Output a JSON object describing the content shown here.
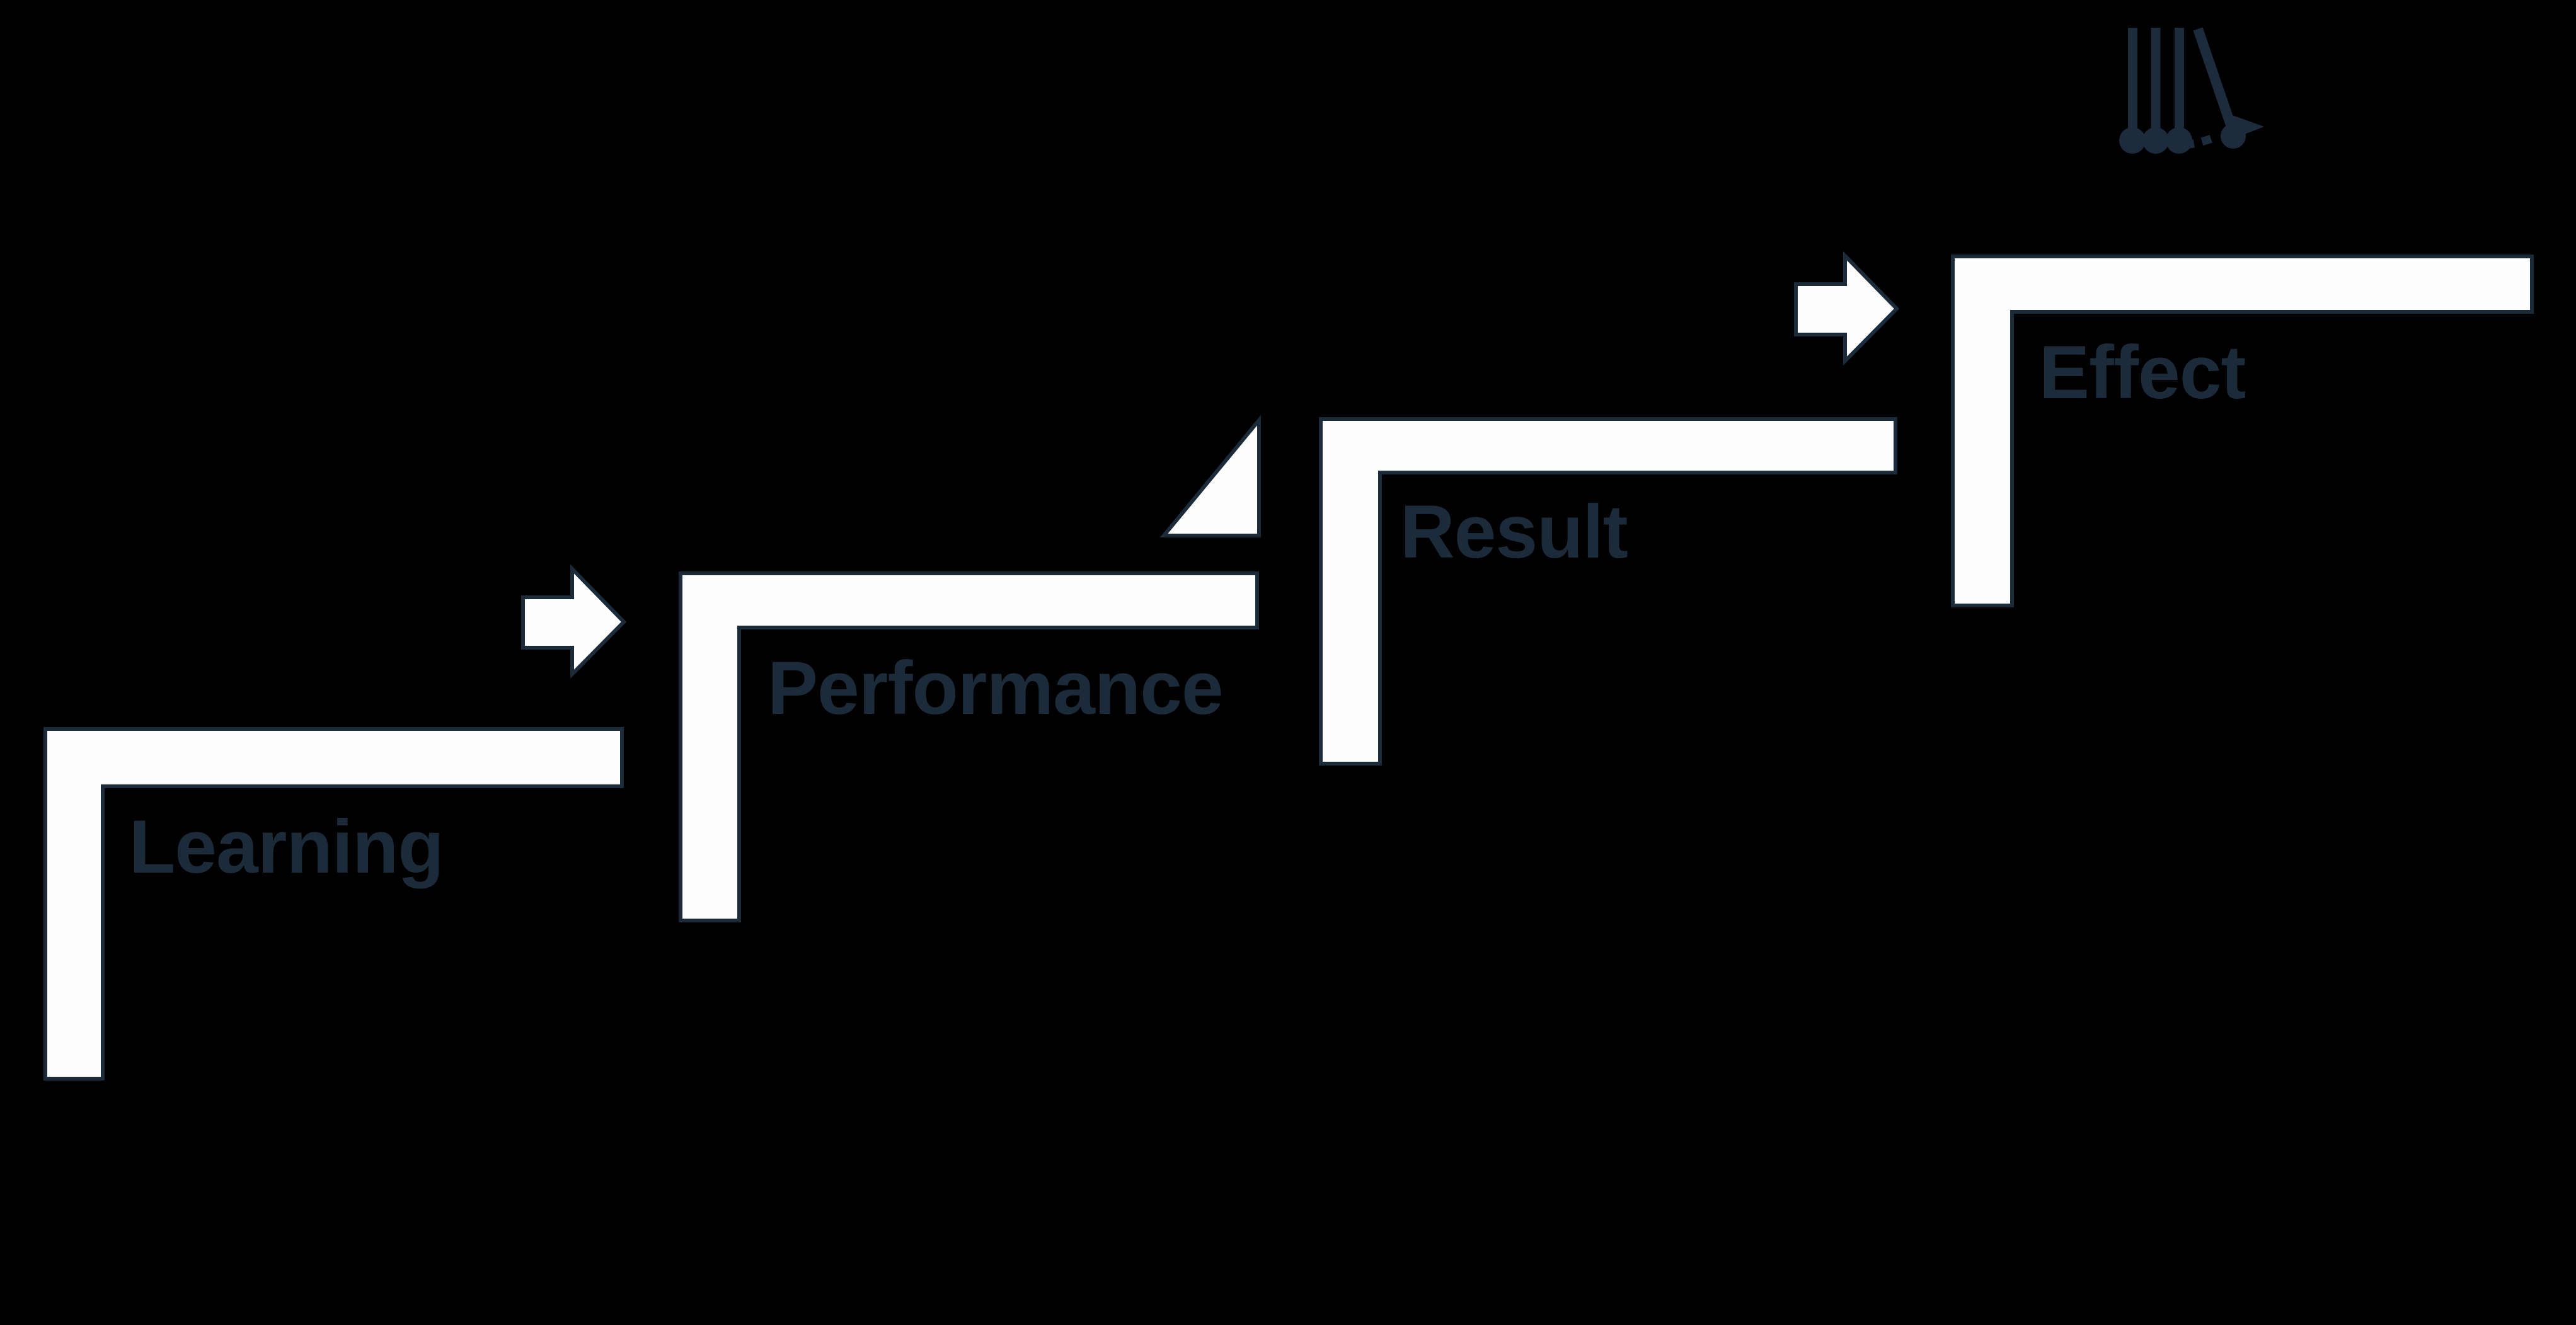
{
  "diagram": {
    "type": "staircase-progression",
    "steps": [
      {
        "label": "Learning"
      },
      {
        "label": "Performance"
      },
      {
        "label": "Result"
      },
      {
        "label": "Effect"
      }
    ],
    "connectors": {
      "arrow_count": 2,
      "arrow_direction": "right"
    },
    "decorations": {
      "top_right_icon": "newtons-cradle-icon",
      "above_performance": "triangle-wedge-icon"
    }
  },
  "colors": {
    "background": "#000000",
    "step_fill": "#FDFDFD",
    "step_outline": "#1C2B3A",
    "label_text": "#1C2B3A",
    "icon": "#1D2C3C"
  }
}
